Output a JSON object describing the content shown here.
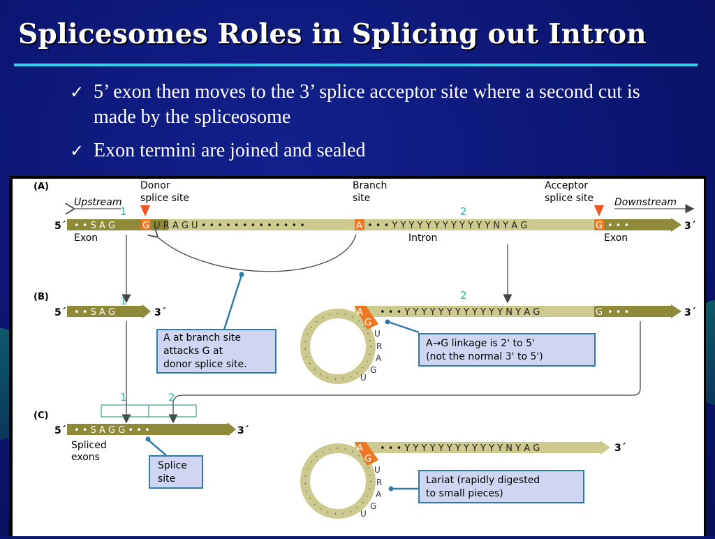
{
  "slide": {
    "title": "Splicesomes Roles in Splicing out Intron",
    "bullets": [
      "5’ exon then moves to the 3’ splice acceptor site where a second cut is made by the spliceosome",
      "Exon termini are joined and sealed"
    ],
    "bullet_icon": "check-icon"
  },
  "diagram": {
    "panel_a": {
      "label": "(A)",
      "donor_label": [
        "Donor",
        "splice site"
      ],
      "branch_label": [
        "Branch",
        "site"
      ],
      "acceptor_label": [
        "Acceptor",
        "splice site"
      ],
      "upstream": "Upstream",
      "downstream": "Downstream",
      "five": "5´",
      "three": "3´",
      "exon_left": "Exon",
      "intron": "Intron",
      "exon_right": "Exon",
      "seq_left": "• • S A G",
      "seq_g": "G",
      "seq_mid": "U R A G U • • • • • • • • • • • • •",
      "seq_a": "A",
      "seq_right": "• • • Y Y Y Y Y Y Y Y Y Y Y Y N Y A G",
      "seq_g2": "G",
      "seq_end": "• • •"
    },
    "panel_b": {
      "label": "(B)",
      "five": "5´",
      "three_left": "3´",
      "three_right": "3´",
      "seq_exon": "• • S A G",
      "seq_right": "• • • Y Y Y Y Y Y Y Y Y Y Y Y N Y A G",
      "seq_g": "G",
      "seq_end": "• • •",
      "loop_a": "A",
      "loop_g": "G",
      "loop_letters": [
        "U",
        "R",
        "A",
        "G",
        "U"
      ],
      "callout_attack": [
        "A at branch site",
        "attacks G at",
        "donor splice site."
      ],
      "callout_linkage": [
        "A→G linkage is 2' to 5'",
        "(not the normal 3' to 5')"
      ]
    },
    "panel_c": {
      "label": "(C)",
      "five": "5´",
      "three_left": "3´",
      "three_right": "3´",
      "seq_spliced": "• • S A G G • • •",
      "spliced_label": [
        "Spliced",
        "exons"
      ],
      "splice_site": [
        "Splice",
        "site"
      ],
      "seq_right": "• • • Y Y Y Y Y Y Y Y Y Y Y Y N Y A G",
      "loop_a": "A",
      "loop_g": "G",
      "loop_letters": [
        "U",
        "R",
        "A",
        "G",
        "U"
      ],
      "callout_lariat": [
        "Lariat (rapidly digested",
        "to small pieces)"
      ]
    },
    "markers": [
      "1",
      "2"
    ],
    "colors": {
      "strand": "#cdca8f",
      "strand_dark": "#8f8a3a",
      "highlight": "#ee7722",
      "callout_fill": "#cfd6f2",
      "callout_border": "#2f7aa8",
      "marker": "#1fc0a0"
    }
  }
}
